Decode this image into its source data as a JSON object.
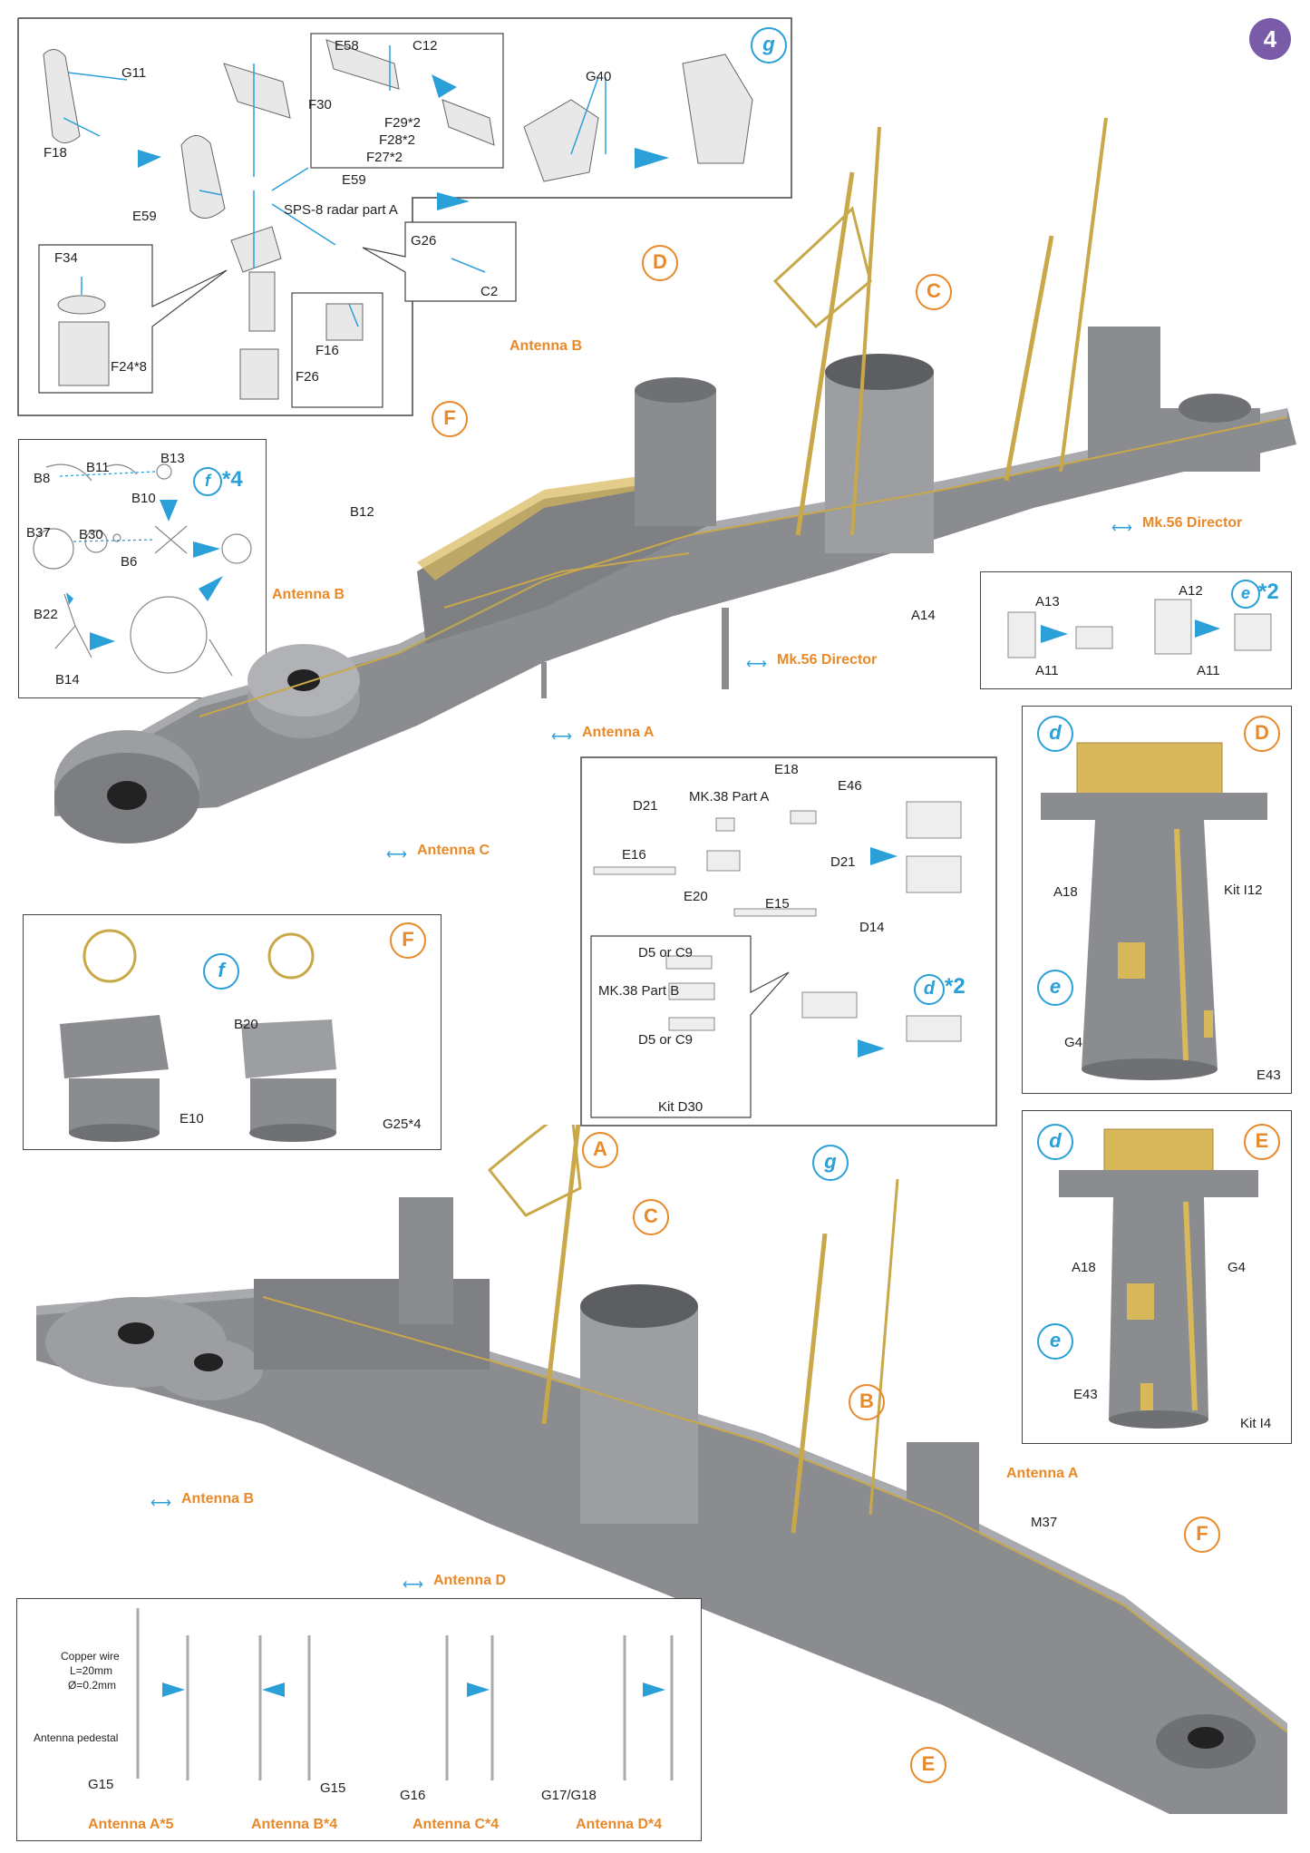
{
  "page": {
    "step_number": "4"
  },
  "colors": {
    "accent_blue": "#2a9fd8",
    "accent_orange": "#e8892a",
    "step_badge": "#7a5ba8",
    "model_gray": "#8a8c90",
    "brass": "#d8b85a"
  },
  "panel_g": {
    "badge": "g",
    "labels": {
      "g11": "G11",
      "f18": "F18",
      "e58": "E58",
      "c12": "C12",
      "f30": "F30",
      "f29": "F29*2",
      "f28": "F28*2",
      "f27": "F27*2",
      "g40": "G40",
      "e59a": "E59",
      "e59b": "E59",
      "sps8": "SPS-8 radar part A",
      "g26": "G26",
      "c2": "C2",
      "f34": "F34",
      "f24": "F24*8",
      "f16": "F16",
      "f26": "F26"
    }
  },
  "panel_f": {
    "badge": "f",
    "mult": "*4",
    "labels": {
      "b8": "B8",
      "b11": "B11",
      "b13": "B13",
      "b10": "B10",
      "b37": "B37",
      "b30": "B30",
      "b6": "B6",
      "b22": "B22",
      "b14": "B14"
    }
  },
  "panel_e": {
    "badge": "e",
    "mult": "*2",
    "labels": {
      "a13": "A13",
      "a11a": "A11",
      "a12": "A12",
      "a11b": "A11"
    }
  },
  "panel_D": {
    "badge": "D",
    "labels": {
      "d": "d",
      "a18": "A18",
      "kit": "Kit I12",
      "e": "e",
      "g4": "G4",
      "e43": "E43"
    }
  },
  "panel_E": {
    "badge": "E",
    "labels": {
      "d": "d",
      "a18": "A18",
      "g4": "G4",
      "e": "e",
      "e43": "E43",
      "kit": "Kit I4"
    }
  },
  "panel_F": {
    "badge": "F",
    "labels": {
      "f": "f",
      "b20": "B20",
      "e10": "E10",
      "g25": "G25*4"
    }
  },
  "panel_mk38": {
    "badge": "d",
    "mult": "*2",
    "labels": {
      "e18": "E18",
      "d21a": "D21",
      "mk38a": "MK.38 Part A",
      "e46": "E46",
      "e16": "E16",
      "d21b": "D21",
      "e20": "E20",
      "e15": "E15",
      "d14": "D14",
      "d5a": "D5 or C9",
      "mk38b": "MK.38 Part B",
      "d5b": "D5 or C9",
      "kitd30": "Kit D30"
    }
  },
  "ship_top": {
    "callouts": {
      "D": "D",
      "C": "C",
      "F": "F"
    },
    "labels": {
      "antenna_b1": "Antenna B",
      "antenna_b2": "Antenna B",
      "b12": "B12",
      "a14": "A14",
      "mk56a": "Mk.56 Director",
      "mk56b": "Mk.56 Director",
      "antenna_a": "Antenna A",
      "antenna_c": "Antenna C"
    }
  },
  "ship_bottom": {
    "callouts": {
      "A": "A",
      "C": "C",
      "g": "g",
      "B": "B",
      "F": "F",
      "E": "E"
    },
    "labels": {
      "antenna_b": "Antenna B",
      "antenna_d": "Antenna D",
      "antenna_a": "Antenna A",
      "m37": "M37"
    }
  },
  "antenna_panel": {
    "copper": "Copper wire",
    "length": "L=20mm",
    "dia": "Ø=0.2mm",
    "pedestal": "Antenna pedestal",
    "parts": {
      "g15a": "G15",
      "g15b": "G15",
      "g16": "G16",
      "g1718": "G17/G18"
    },
    "captions": {
      "a": "Antenna A*5",
      "b": "Antenna B*4",
      "c": "Antenna C*4",
      "d": "Antenna D*4"
    }
  }
}
